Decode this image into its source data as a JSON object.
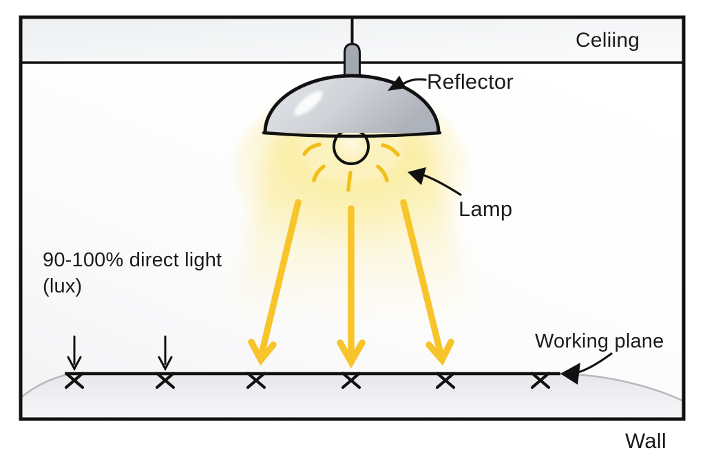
{
  "figure": {
    "labels": {
      "ceiling": "Celiing",
      "reflector": "Reflector",
      "lamp": "Lamp",
      "direct_light_line1": "90-100% direct light",
      "direct_light_line2": "(lux)",
      "working_plane": "Working plane",
      "wall": "Wall"
    },
    "colors": {
      "ray_yellow": "#F7C52B",
      "dash_yellow": "#F2BE18",
      "glow_yellow": "#FBEFAE",
      "outline_black": "#111111",
      "text_black": "#1B1B1B",
      "dome_light_gray": "#E3E5E9",
      "dome_dark_gray": "#AEB2BA",
      "socket_gray": "#A4A8B1",
      "bulb_pale_yellow": "#FCF3C6",
      "floor_gray": "#ECEDEF",
      "ceiling_band_gray": "#EEF0F2"
    },
    "counts": {
      "direct_light_rays": 3,
      "measurement_x_marks": 6,
      "reference_down_arrows": 2
    }
  }
}
